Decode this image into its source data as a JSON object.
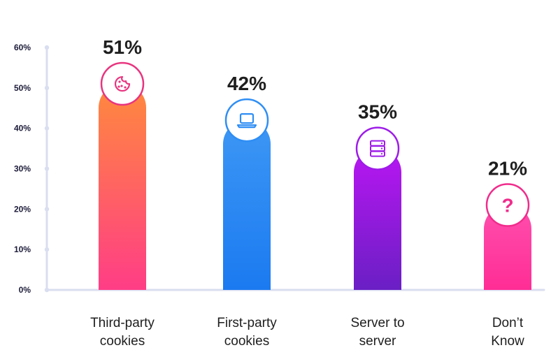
{
  "chart_data": {
    "type": "bar",
    "categories": [
      [
        "Third-party",
        "cookies"
      ],
      [
        "First-party",
        "cookies"
      ],
      [
        "Server to",
        "server"
      ],
      [
        "Don’t",
        "Know"
      ]
    ],
    "values": [
      51,
      42,
      35,
      21
    ],
    "value_labels": [
      "51%",
      "42%",
      "35%",
      "21%"
    ],
    "y_ticks": [
      "0%",
      "10%",
      "20%",
      "30%",
      "40%",
      "50%",
      "60%"
    ],
    "ylim": [
      0,
      60
    ],
    "grid": false,
    "bar_colors": [
      {
        "top": "#ff8a3d",
        "bottom": "#ff3d86"
      },
      {
        "top": "#3d97f5",
        "bottom": "#1b7af0"
      },
      {
        "top": "#b916f2",
        "bottom": "#6a1fc4"
      },
      {
        "top": "#ff4fae",
        "bottom": "#ff2d95"
      }
    ],
    "badge_icons": [
      "cookie-icon",
      "laptop-icon",
      "server-icon",
      "question-icon"
    ],
    "badge_colors": [
      "#e8357f",
      "#2f8ef4",
      "#9d1ce8",
      "#f02c8c"
    ],
    "axis_color": "#d9def0"
  }
}
